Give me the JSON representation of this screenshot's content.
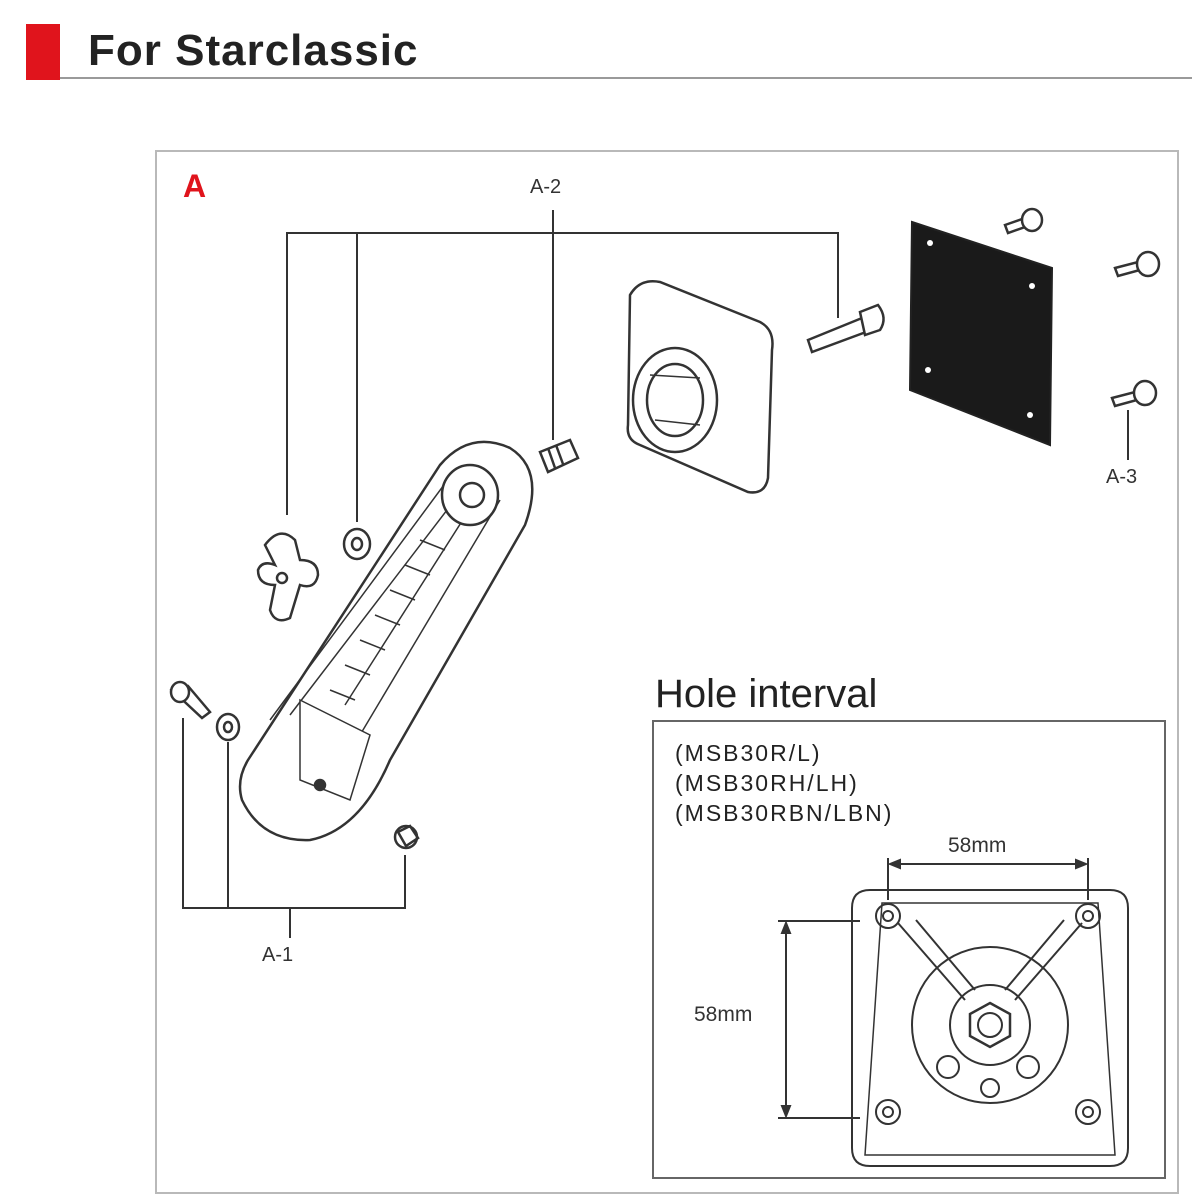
{
  "header": {
    "title": "For Starclassic"
  },
  "diagram": {
    "section_letter": "A",
    "callouts": {
      "a1": "A-1",
      "a2": "A-2",
      "a3": "A-3"
    }
  },
  "hole_interval": {
    "title": "Hole interval",
    "models": [
      "(MSB30R/L)",
      "(MSB30RH/LH)",
      "(MSB30RBN/LBN)"
    ],
    "horizontal_dimension": "58mm",
    "vertical_dimension": "58mm"
  },
  "colors": {
    "accent": "#e0141c"
  }
}
